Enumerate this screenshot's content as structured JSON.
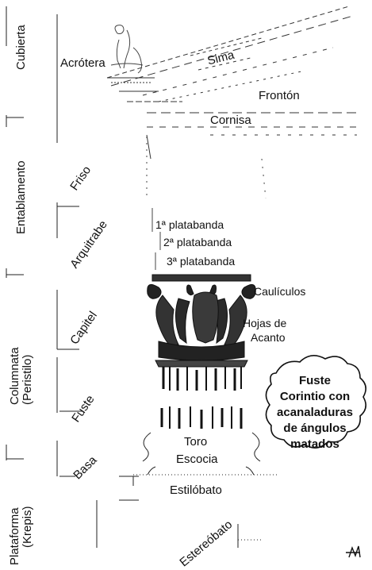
{
  "sections": {
    "cubierta": "Cubierta",
    "entablamento": "Entablamento",
    "columnata": "Columnata",
    "columnata_alt": "(Peristilo)",
    "plataforma": "Plataforma",
    "plataforma_alt": "(Krepis)"
  },
  "subsections": {
    "friso": "Friso",
    "arquitrabe": "Arquitrabe",
    "capitel": "Capitel",
    "fuste": "Fuste",
    "basa": "Basa"
  },
  "labels": {
    "acrotera": "Acrótera",
    "sima": "Sima",
    "fronton": "Frontón",
    "cornisa": "Cornisa",
    "platabanda1": "1ª platabanda",
    "platabanda2": "2ª platabanda",
    "platabanda3": "3ª platabanda",
    "caulicolos": "Caulículos",
    "hojas1": "Hojas de",
    "hojas2": "Acanto",
    "toro": "Toro",
    "escocia": "Escocia",
    "estilobato": "Estilóbato",
    "estereobato": "Estereóbato"
  },
  "bubble": {
    "lines": [
      "Fuste",
      "Corintio con",
      "acanaladuras",
      "de ángulos",
      "matados"
    ]
  },
  "signature": "JM"
}
